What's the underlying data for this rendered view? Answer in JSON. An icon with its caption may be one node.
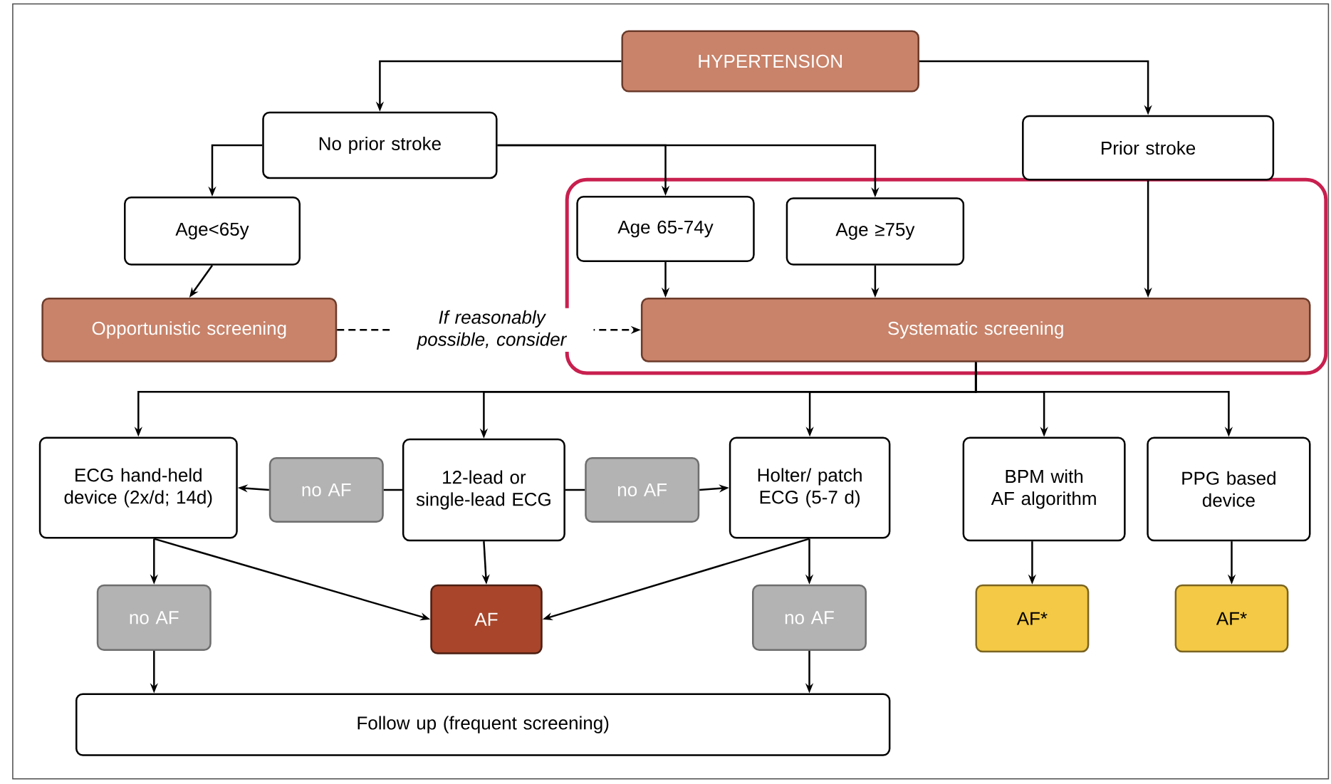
{
  "diagram": {
    "nodes": [
      {
        "text": [
          "HYPERTENSION"
        ]
      },
      {
        "text": [
          "No prior stroke"
        ]
      },
      {
        "text": [
          "Prior stroke"
        ]
      },
      {
        "text": [
          "Age<65y"
        ]
      },
      {
        "text": [
          "Age 65-74y"
        ]
      },
      {
        "text": [
          "Age ≥75y"
        ]
      },
      {
        "text": [
          "Opportunistic screening"
        ]
      },
      {
        "text": [
          "Systematic screening"
        ]
      },
      {
        "text": [
          "ECG hand-held device (2x/d; 14d)"
        ]
      },
      {
        "text": [
          "no AF"
        ]
      },
      {
        "text": [
          "12-lead or single-lead ECG"
        ]
      },
      {
        "text": [
          "no AF"
        ]
      },
      {
        "text": [
          "Holter/ patch ECG (5-7 d)"
        ]
      },
      {
        "text": [
          "BPM with AF algorithm"
        ]
      },
      {
        "text": [
          "PPG based device"
        ]
      },
      {
        "text": [
          "no AF"
        ]
      },
      {
        "text": [
          "AF"
        ]
      },
      {
        "text": [
          "no AF"
        ]
      },
      {
        "text": [
          "AF*"
        ]
      },
      {
        "text": [
          "AF*"
        ]
      },
      {
        "text": [
          "Follow up (frequent screening)"
        ]
      }
    ],
    "edges": [
      {
        "from": 0,
        "to": 1,
        "arrow": "to"
      },
      {
        "from": 0,
        "to": 2,
        "arrow": "to"
      },
      {
        "from": 1,
        "to": 3,
        "arrow": "to"
      },
      {
        "from": 1,
        "to": 4,
        "arrow": "to"
      },
      {
        "from": 1,
        "to": 5,
        "arrow": "to"
      },
      {
        "from": 2,
        "to": 7,
        "arrow": "to"
      },
      {
        "from": 3,
        "to": 6,
        "arrow": "to"
      },
      {
        "from": 4,
        "to": 7,
        "arrow": "to"
      },
      {
        "from": 5,
        "to": 7,
        "arrow": "to"
      },
      {
        "from": 6,
        "to": 7,
        "arrow": "to",
        "style": "dashed",
        "label": "If reasonably possible, consider"
      },
      {
        "from": 7,
        "to": 8,
        "arrow": "to"
      },
      {
        "from": 7,
        "to": 10,
        "arrow": "to"
      },
      {
        "from": 7,
        "to": 12,
        "arrow": "to"
      },
      {
        "from": 7,
        "to": 13,
        "arrow": "to"
      },
      {
        "from": 7,
        "to": 14,
        "arrow": "to"
      },
      {
        "from": 10,
        "to": 9,
        "arrow": "none"
      },
      {
        "from": 9,
        "to": 8,
        "arrow": "to"
      },
      {
        "from": 10,
        "to": 11,
        "arrow": "none"
      },
      {
        "from": 11,
        "to": 12,
        "arrow": "to"
      },
      {
        "from": 8,
        "to": 15,
        "arrow": "to"
      },
      {
        "from": 8,
        "to": 16,
        "arrow": "to"
      },
      {
        "from": 10,
        "to": 16,
        "arrow": "to"
      },
      {
        "from": 12,
        "to": 16,
        "arrow": "to"
      },
      {
        "from": 12,
        "to": 17,
        "arrow": "to"
      },
      {
        "from": 13,
        "to": 18,
        "arrow": "to"
      },
      {
        "from": 14,
        "to": 19,
        "arrow": "to"
      },
      {
        "from": 15,
        "to": 20,
        "arrow": "to"
      },
      {
        "from": 17,
        "to": 20,
        "arrow": "to"
      }
    ]
  }
}
